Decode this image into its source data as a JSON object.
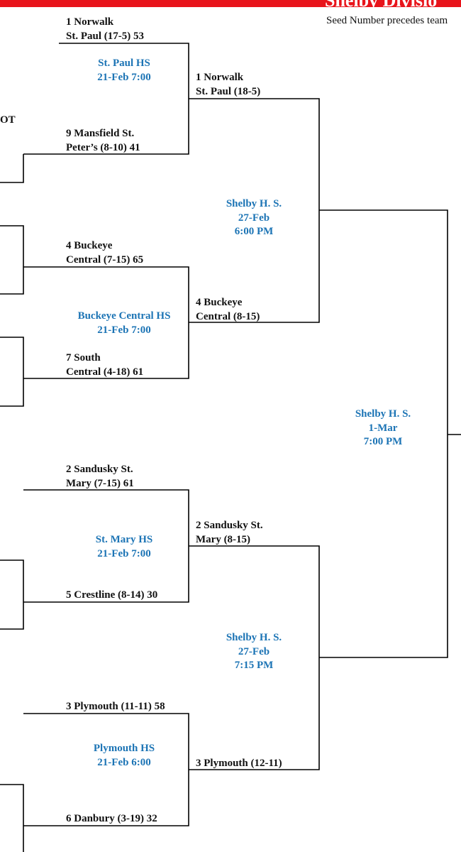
{
  "header": {
    "title": "Shelby Divisio",
    "subtitle": "Seed Number precedes team",
    "banner_color": "#e8141b"
  },
  "colors": {
    "venue": "#1c74b5",
    "line": "#000000",
    "text": "#111111"
  },
  "left_fragment": {
    "ot": "OT"
  },
  "round1": [
    {
      "top": [
        "1 Norwalk",
        "St. Paul (17-5) 53"
      ],
      "venue": [
        "St. Paul HS",
        "21-Feb 7:00"
      ],
      "bottom": [
        "9 Mansfield St.",
        "Peter’s (8-10) 41"
      ]
    },
    {
      "top": [
        "4 Buckeye",
        "Central (7-15) 65"
      ],
      "venue": [
        "Buckeye Central HS",
        "21-Feb 7:00"
      ],
      "bottom": [
        "7 South",
        "Central (4-18) 61"
      ]
    },
    {
      "top": [
        "2 Sandusky St.",
        "Mary (7-15) 61"
      ],
      "venue": [
        "St. Mary HS",
        "21-Feb 7:00"
      ],
      "bottom": [
        "5 Crestline (8-14) 30"
      ]
    },
    {
      "top": [
        "3 Plymouth (11-11) 58"
      ],
      "venue": [
        "Plymouth HS",
        "21-Feb 6:00"
      ],
      "bottom": [
        "6 Danbury (3-19) 32"
      ]
    }
  ],
  "round2": [
    {
      "top": [
        "1 Norwalk",
        "St. Paul (18-5)"
      ],
      "venue": [
        "Shelby H. S.",
        "27-Feb",
        "6:00 PM"
      ],
      "bottom": [
        "4 Buckeye",
        "Central (8-15)"
      ]
    },
    {
      "top": [
        "2 Sandusky St.",
        "Mary (8-15)"
      ],
      "venue": [
        "Shelby H. S.",
        "27-Feb",
        "7:15 PM"
      ],
      "bottom": [
        "3 Plymouth (12-11)"
      ]
    }
  ],
  "final": {
    "venue": [
      "Shelby H. S.",
      "1-Mar",
      "7:00 PM"
    ]
  }
}
